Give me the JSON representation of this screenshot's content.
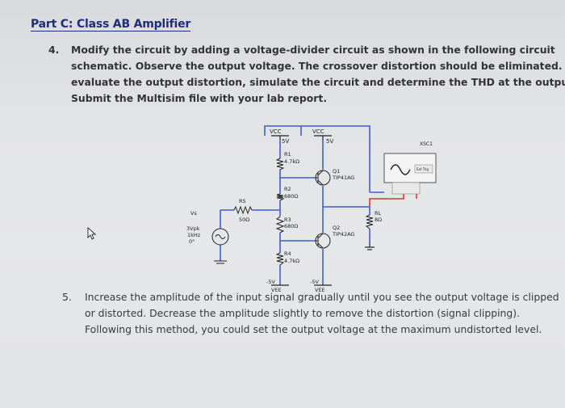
{
  "heading": "Part C: Class AB Amplifier",
  "q4": {
    "number": "4.",
    "lines": [
      "Modify the circuit by adding a voltage-divider circuit as shown in the following circuit",
      "schematic. Observe the output voltage. The crossover distortion should be eliminated. To",
      "evaluate the output distortion, simulate the circuit and determine the THD at the output.",
      "Submit the Multisim file with your lab report."
    ]
  },
  "q5": {
    "number": "5.",
    "lines": [
      "Increase the amplitude of the input signal gradually until you see the output voltage is clipped",
      "or distorted. Decrease the amplitude slightly to remove the distortion (signal clipping).",
      "Following this method, you could set the output voltage at the maximum undistorted level."
    ]
  },
  "circuit": {
    "vcc1_label": "VCC",
    "vcc1_value": "5V",
    "vcc2_label": "VCC",
    "vcc2_value": "5V",
    "r1_label": "R1",
    "r1_value": "4.7kΩ",
    "r2_label": "R2",
    "r2_value": "680Ω",
    "r3_label": "R3",
    "r3_value": "680Ω",
    "r4_label": "R4",
    "r4_value": "4.7kΩ",
    "rs_label": "RS",
    "rs_value": "50Ω",
    "rl_label": "RL",
    "rl_value": "8Ω",
    "q1_label": "Q1",
    "q1_model": "TIP41AG",
    "q2_label": "Q2",
    "q2_model": "TIP42AG",
    "vs_label": "Vs",
    "vs_amp": "3Vpk",
    "vs_freq": "1kHz",
    "vs_phase": "0°",
    "vee1_value": "-5V",
    "vee1_label": "VEE",
    "vee2_value": "-5V",
    "vee2_label": "VEE",
    "scope_label": "XSC1",
    "scope_ext": "Ext Trig"
  },
  "colors": {
    "heading": "#1c2f78",
    "wire": "#3d5fd6",
    "wire_red": "#d23c2c",
    "schematic_text": "#222222"
  }
}
